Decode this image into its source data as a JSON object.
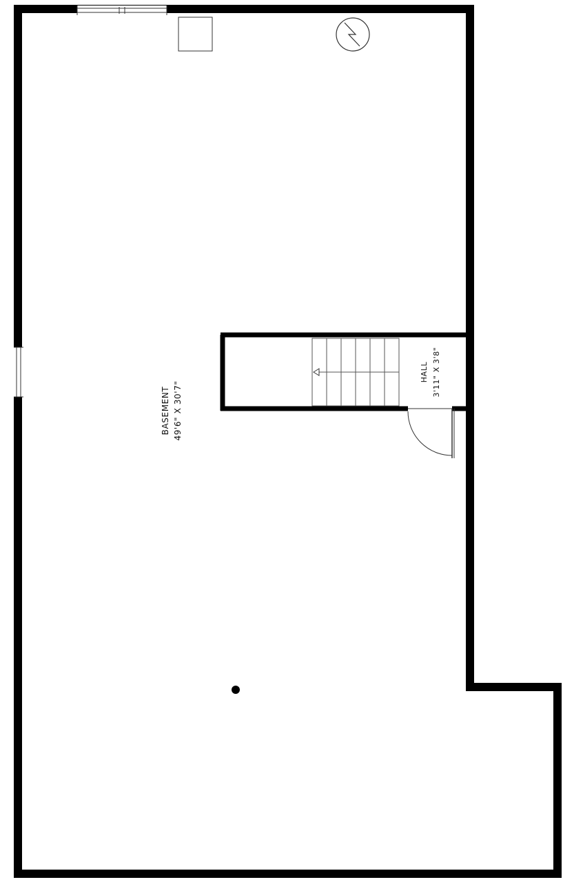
{
  "rooms": {
    "basement": {
      "name": "BASEMENT",
      "dimensions": "49'6\" X 30'7\""
    },
    "hall": {
      "name": "HALL",
      "dimensions": "3'11\" X 3'8\""
    }
  },
  "stairs": {
    "direction_icon": "arrow-left-icon"
  },
  "colors": {
    "wall": "#000000",
    "background": "#ffffff",
    "line": "#333333"
  }
}
